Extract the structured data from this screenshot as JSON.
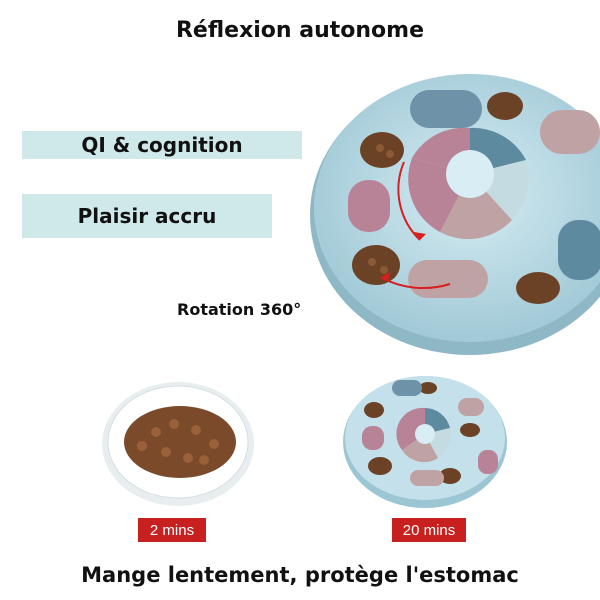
{
  "title": "Réflexion autonome",
  "labels": {
    "iq": "QI & cognition",
    "pleasure": "Plaisir accru",
    "rotation": "Rotation 360°"
  },
  "comparison": {
    "plate_time": "2 mins",
    "feeder_time": "20 mins"
  },
  "footer": "Mange lentement, protège l'estomac",
  "colors": {
    "pill_bg": "#cfe9ea",
    "badge_bg": "#c8201e",
    "feeder_blue": "#aed3df",
    "pink": "#b88396",
    "slate": "#5e8aa0",
    "taupe": "#bfa2a3"
  }
}
